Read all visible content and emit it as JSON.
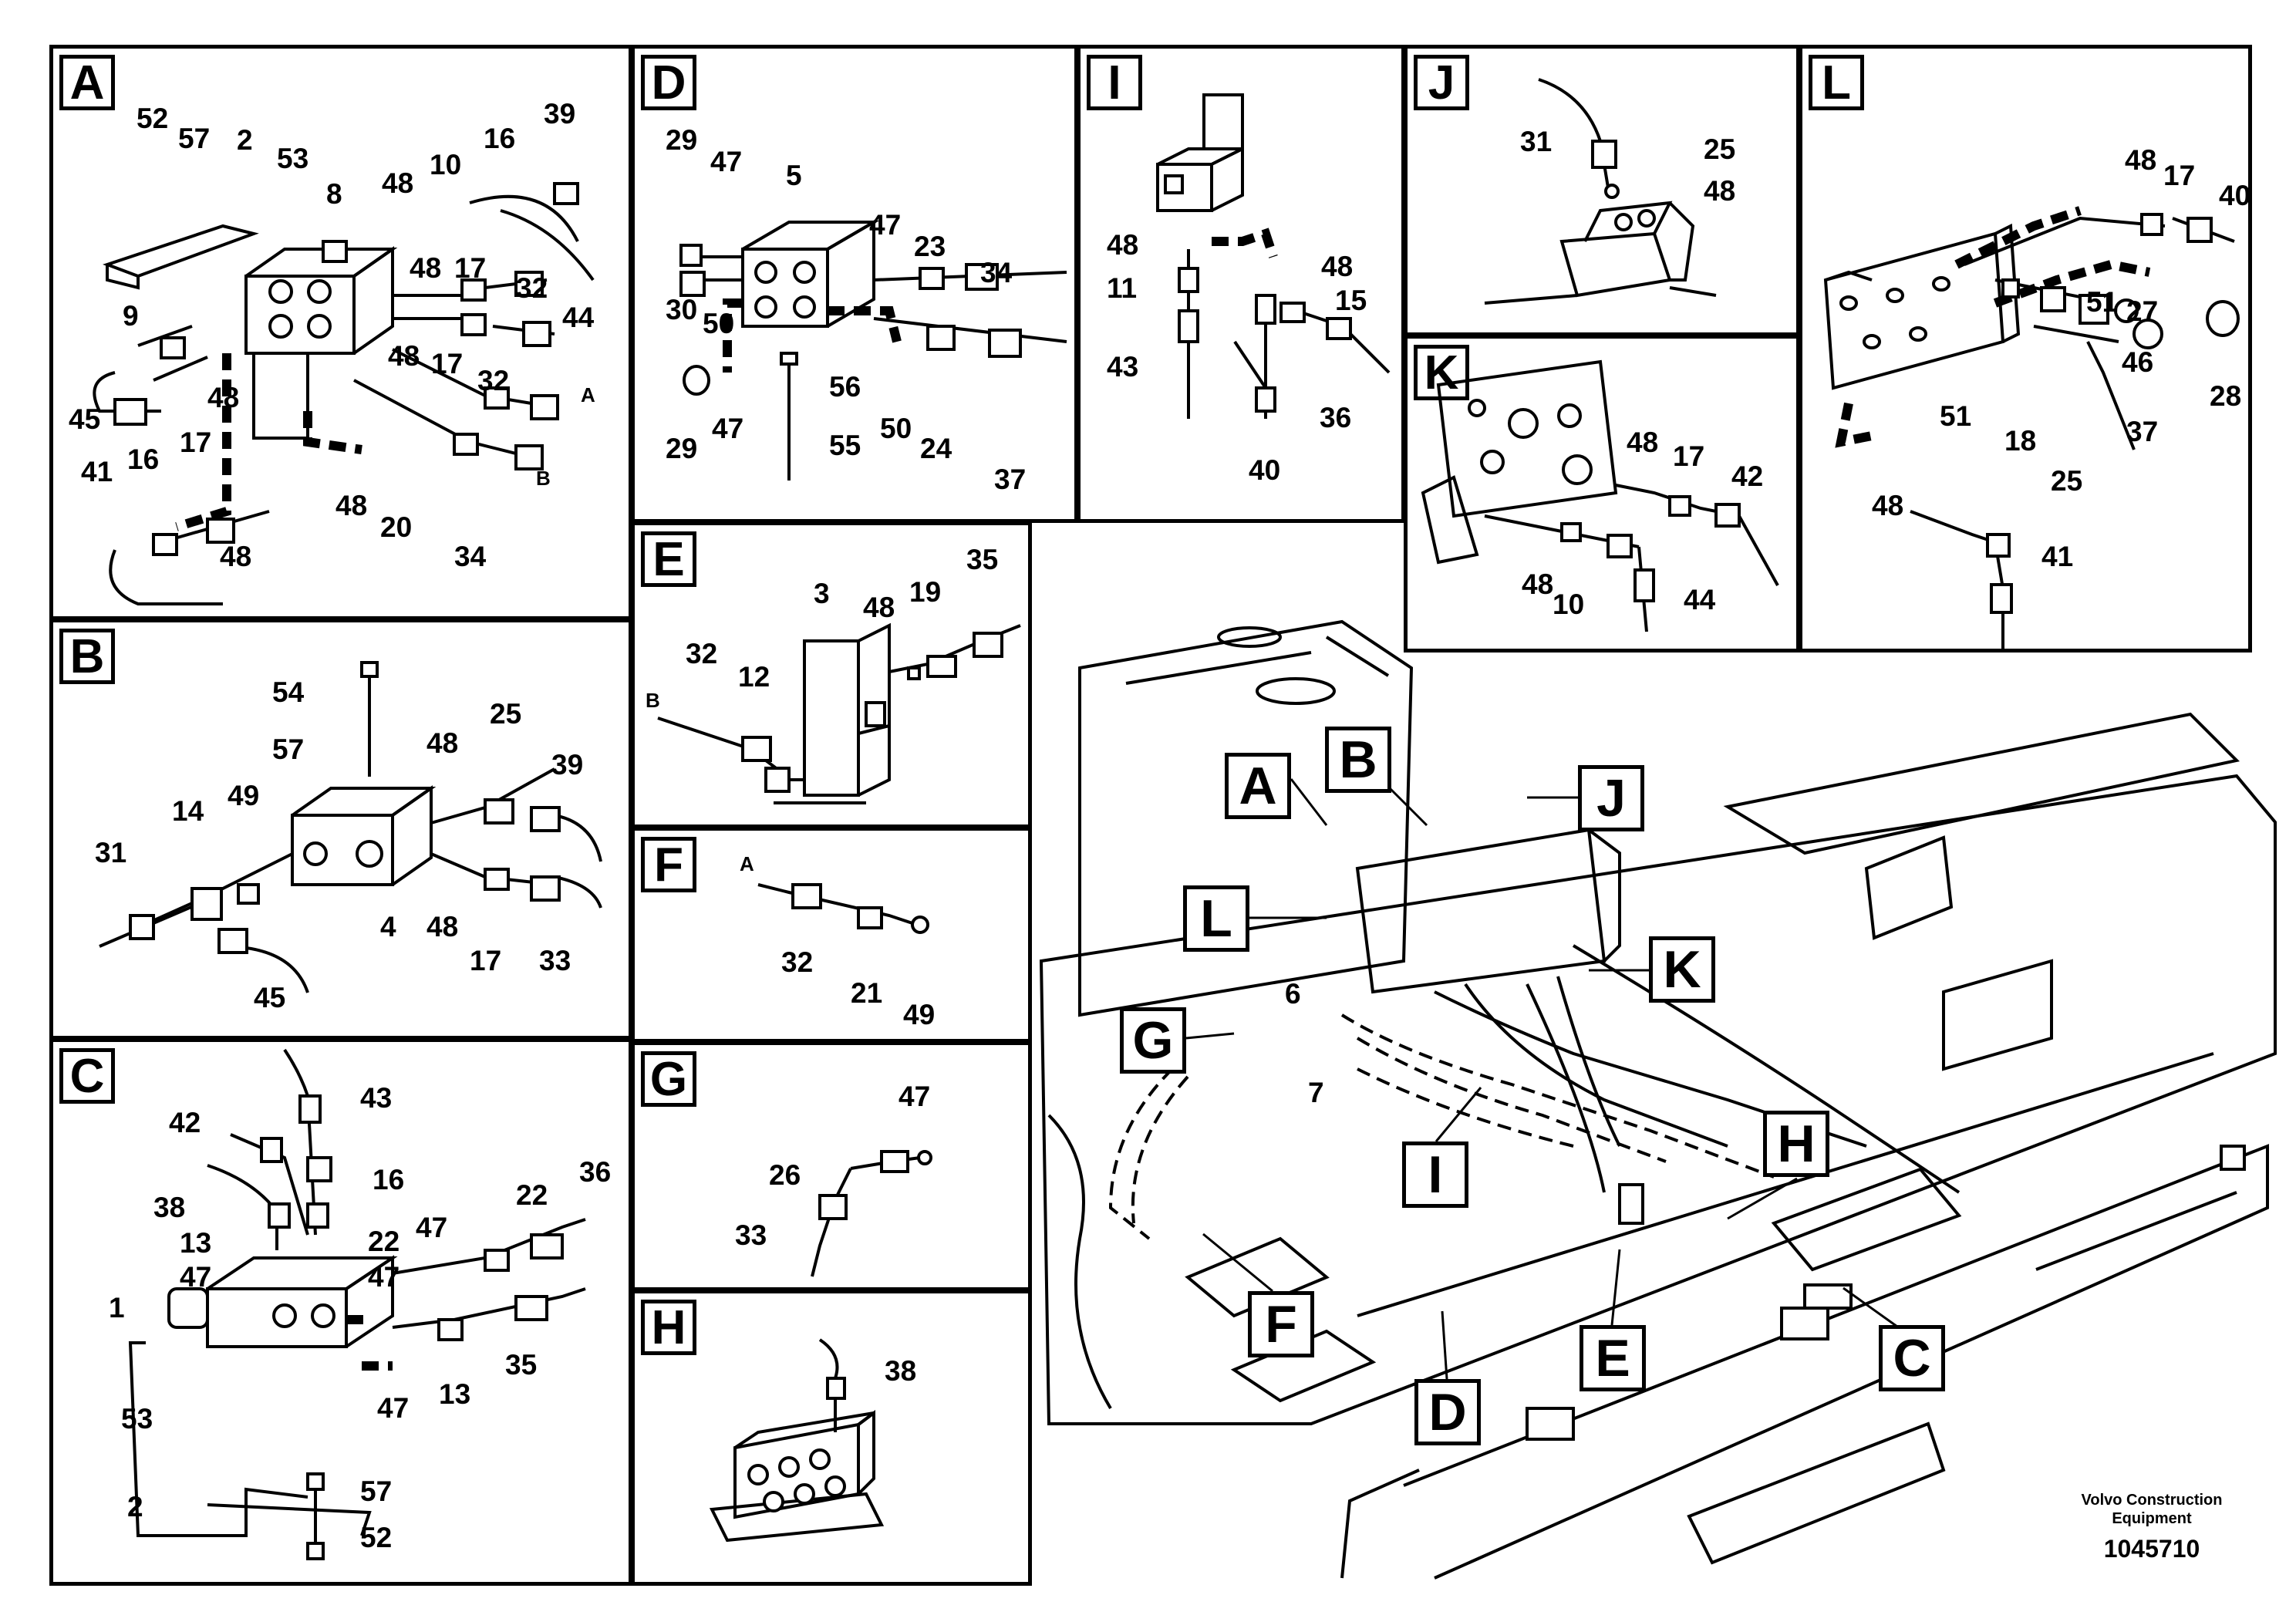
{
  "panels": {
    "A": {
      "label": "A",
      "callouts": [
        "52",
        "57",
        "2",
        "53",
        "8",
        "48",
        "10",
        "16",
        "39",
        "48",
        "17",
        "32",
        "44",
        "9",
        "48",
        "45",
        "48",
        "17",
        "32",
        "41",
        "16",
        "17",
        "48",
        "48",
        "20",
        "34"
      ],
      "ends": [
        "A",
        "B"
      ]
    },
    "B": {
      "label": "B",
      "callouts": [
        "54",
        "57",
        "48",
        "25",
        "39",
        "14",
        "49",
        "31",
        "4",
        "48",
        "17",
        "33",
        "45"
      ]
    },
    "C": {
      "label": "C",
      "callouts": [
        "43",
        "42",
        "16",
        "38",
        "13",
        "22",
        "47",
        "47",
        "22",
        "36",
        "1",
        "47",
        "13",
        "35",
        "47",
        "53",
        "2",
        "57",
        "52"
      ]
    },
    "D": {
      "label": "D",
      "callouts": [
        "29",
        "47",
        "5",
        "47",
        "23",
        "34",
        "30",
        "50",
        "56",
        "29",
        "47",
        "55",
        "50",
        "24",
        "37"
      ]
    },
    "E": {
      "label": "E",
      "callouts": [
        "3",
        "48",
        "19",
        "35",
        "32",
        "12"
      ],
      "ends": [
        "B"
      ]
    },
    "F": {
      "label": "F",
      "callouts": [
        "32",
        "21",
        "49"
      ],
      "ends": [
        "A"
      ]
    },
    "G": {
      "label": "G",
      "callouts": [
        "47",
        "26",
        "33"
      ]
    },
    "H": {
      "label": "H",
      "callouts": [
        "38"
      ]
    },
    "I": {
      "label": "I",
      "callouts": [
        "48",
        "48",
        "11",
        "15",
        "43",
        "36",
        "40"
      ]
    },
    "J": {
      "label": "J",
      "callouts": [
        "31",
        "25",
        "48"
      ]
    },
    "K": {
      "label": "K",
      "callouts": [
        "48",
        "17",
        "42",
        "48",
        "10",
        "44"
      ]
    },
    "L": {
      "label": "L",
      "callouts": [
        "48",
        "17",
        "40",
        "51",
        "27",
        "51",
        "46",
        "18",
        "28",
        "37",
        "48",
        "25",
        "41"
      ]
    }
  },
  "overview": {
    "callouts": [
      "A",
      "B",
      "J",
      "L",
      "K",
      "G",
      "6",
      "7",
      "I",
      "H",
      "F",
      "E",
      "D",
      "C"
    ]
  },
  "brand": {
    "line1": "Volvo Construction",
    "line2": "Equipment",
    "drawing_number": "1045710"
  }
}
